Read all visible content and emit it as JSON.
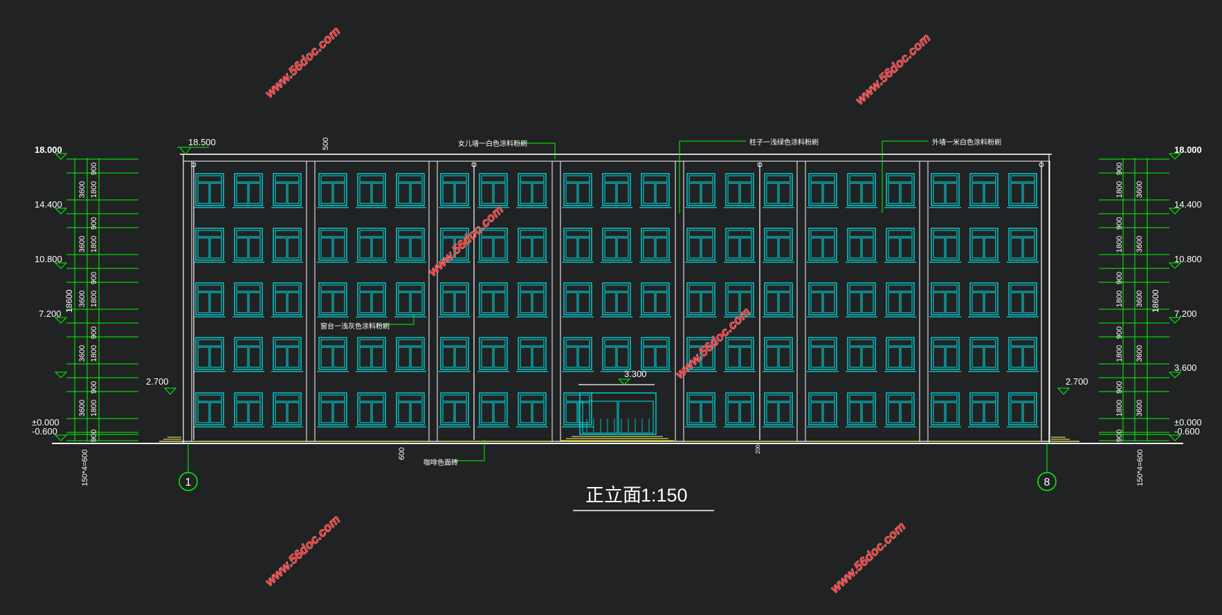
{
  "drawing": {
    "title": "正立面",
    "scale": "1:150",
    "axis_left": "1",
    "axis_right": "8",
    "watermark": "www.56doc.com"
  },
  "annotations": {
    "parapet": "女儿墙一白色涂料粉刷",
    "column": "柱子一浅绿色涂料粉刷",
    "exterior_wall": "外墙一米白色涂料粉刷",
    "sill": "窗台一浅灰色涂料粉刷",
    "plinth": "咖啡色面砖"
  },
  "levels_left": [
    {
      "label": "18.000"
    },
    {
      "label": "14.400"
    },
    {
      "label": "10.800"
    },
    {
      "label": "7.200"
    },
    {
      "label": "±0.000"
    },
    {
      "label": "-0.600"
    }
  ],
  "levels_right": [
    {
      "label": "18.000"
    },
    {
      "label": "14.400"
    },
    {
      "label": "10.800"
    },
    {
      "label": "7.200"
    },
    {
      "label": "3.600"
    },
    {
      "label": "±0.000"
    },
    {
      "label": "-0.600"
    }
  ],
  "elevations": {
    "top": "18.500",
    "canopy": "3.300",
    "side_left": "2.700",
    "side_right": "2.700"
  },
  "dims": {
    "total": "18600",
    "storey": "3600",
    "window": "1800",
    "sill": "900",
    "steps": "150*4=600",
    "parapet": "500",
    "plinth": "600",
    "gap": "200"
  },
  "colors": {
    "background": "#212224",
    "outline": "#ffffff",
    "windows": "#00e5e5",
    "dimensions": "#00ff00",
    "watermark": "#ff3030",
    "ground": "#ffff66"
  }
}
